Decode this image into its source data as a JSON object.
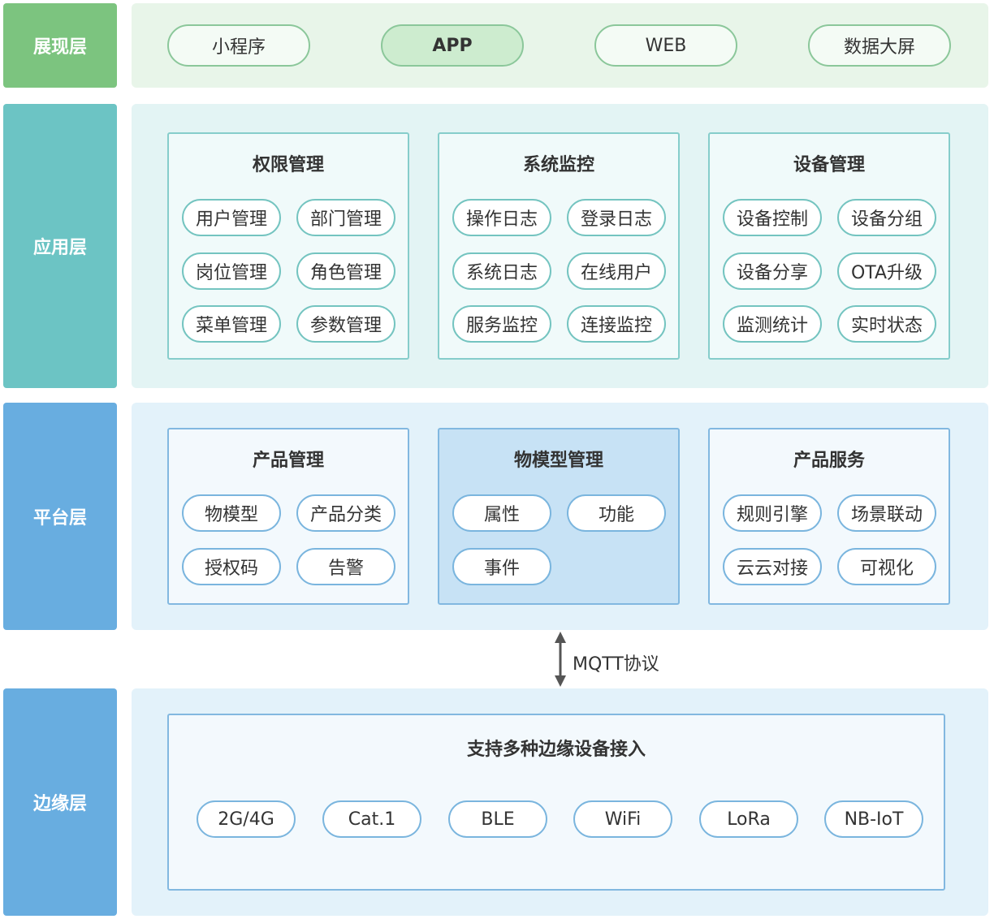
{
  "layers": {
    "presentation": {
      "label": "展现层",
      "items": [
        "小程序",
        "APP",
        "WEB",
        "数据大屏"
      ],
      "active_item": "APP"
    },
    "application": {
      "label": "应用层",
      "modules": [
        {
          "title": "权限管理",
          "items": [
            "用户管理",
            "部门管理",
            "岗位管理",
            "角色管理",
            "菜单管理",
            "参数管理"
          ]
        },
        {
          "title": "系统监控",
          "items": [
            "操作日志",
            "登录日志",
            "系统日志",
            "在线用户",
            "服务监控",
            "连接监控"
          ]
        },
        {
          "title": "设备管理",
          "items": [
            "设备控制",
            "设备分组",
            "设备分享",
            "OTA升级",
            "监测统计",
            "实时状态"
          ]
        }
      ]
    },
    "platform": {
      "label": "平台层",
      "modules": [
        {
          "title": "产品管理",
          "items": [
            "物模型",
            "产品分类",
            "授权码",
            "告警"
          ]
        },
        {
          "title": "物模型管理",
          "items": [
            "属性",
            "功能",
            "事件"
          ]
        },
        {
          "title": "产品服务",
          "items": [
            "规则引擎",
            "场景联动",
            "云云对接",
            "可视化"
          ]
        }
      ]
    },
    "edge": {
      "label": "边缘层",
      "title": "支持多种边缘设备接入",
      "items": [
        "2G/4G",
        "Cat.1",
        "BLE",
        "WiFi",
        "LoRa",
        "NB-IoT"
      ]
    }
  },
  "protocol_label": "MQTT协议",
  "colors": {
    "presentation": "#7cc47f",
    "application": "#6cc4c4",
    "platform": "#68ade0",
    "edge": "#68ade0"
  }
}
